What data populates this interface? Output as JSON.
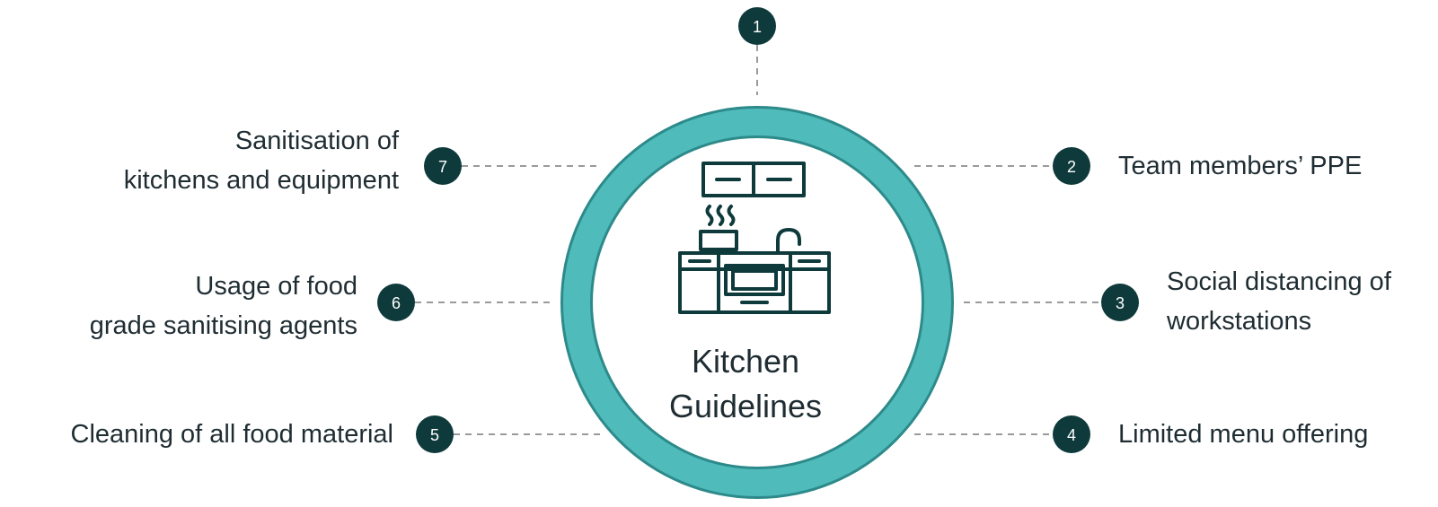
{
  "center": {
    "title_line1": "Kitchen",
    "title_line2": "Guidelines",
    "icon": "kitchen-icon"
  },
  "colors": {
    "ring": "#4fbbbb",
    "ring_outline": "#2e8a8a",
    "badge": "#0f3a3c",
    "connector": "#9a9a9a",
    "icon": "#0f3a3c"
  },
  "guidelines": [
    {
      "number": "1",
      "lines": []
    },
    {
      "number": "2",
      "lines": [
        "Team members’ PPE"
      ]
    },
    {
      "number": "3",
      "lines": [
        "Social distancing of",
        "workstations"
      ]
    },
    {
      "number": "4",
      "lines": [
        "Limited menu offering"
      ]
    },
    {
      "number": "5",
      "lines": [
        "Cleaning of all food material"
      ]
    },
    {
      "number": "6",
      "lines": [
        "Usage of food",
        "grade sanitising agents"
      ]
    },
    {
      "number": "7",
      "lines": [
        "Sanitisation of",
        "kitchens and equipment"
      ]
    }
  ]
}
